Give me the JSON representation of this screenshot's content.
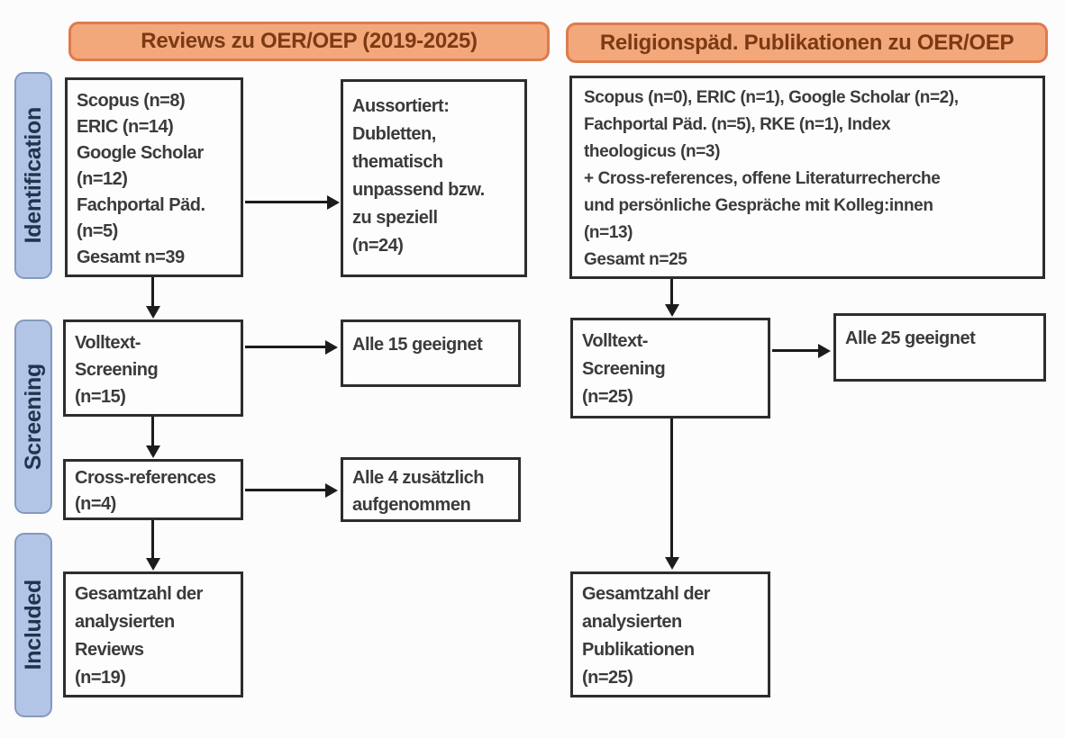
{
  "diagram": {
    "colors": {
      "bg": "#fcfcfc",
      "header_fill": "#f3a87c",
      "header_border": "#dd7c4e",
      "header_text": "#7b3a13",
      "stage_fill": "#b2c5e6",
      "stage_border": "#8499bd",
      "stage_text": "#20344f",
      "box_border": "#2d2d2d",
      "box_text": "#3b3b3b",
      "arrow": "#1c1c1c"
    },
    "headers": {
      "left": "Reviews zu OER/OEP (2019-2025)",
      "right": "Religionspäd. Publikationen zu OER/OEP"
    },
    "stage_labels": [
      "Identification",
      "Screening",
      "Included"
    ],
    "boxes": {
      "left_identification": {
        "lines": [
          "Scopus (n=8)",
          "ERIC (n=14)",
          "Google Scholar",
          "(n=12)",
          "Fachportal Päd.",
          "(n=5)",
          "Gesamt n=39"
        ]
      },
      "left_excluded": {
        "lines": [
          "Aussortiert:",
          "Dubletten,",
          "thematisch",
          "unpassend bzw.",
          "zu speziell",
          "(n=24)"
        ]
      },
      "left_fulltext": {
        "lines": [
          "Volltext-",
          "Screening",
          "(n=15)"
        ]
      },
      "left_eligible": {
        "lines": [
          "Alle 15 geeignet"
        ]
      },
      "left_crossrefs": {
        "lines": [
          "Cross-references",
          "(n=4)"
        ]
      },
      "left_additions": {
        "lines": [
          "Alle 4 zusätzlich",
          "aufgenommen"
        ]
      },
      "left_included": {
        "lines": [
          "Gesamtzahl der",
          "analysierten",
          "Reviews",
          "(n=19)"
        ]
      },
      "right_identification": {
        "lines": [
          "Scopus (n=0), ERIC (n=1), Google Scholar (n=2),",
          "Fachportal Päd. (n=5), RKE (n=1), Index",
          "theologicus (n=3)",
          "+ Cross-references, offene Literaturrecherche",
          "und persönliche Gespräche mit Kolleg:innen",
          "(n=13)",
          "Gesamt n=25"
        ]
      },
      "right_fulltext": {
        "lines": [
          "Volltext-",
          "Screening",
          "(n=25)"
        ]
      },
      "right_eligible": {
        "lines": [
          "Alle 25 geeignet"
        ]
      },
      "right_included": {
        "lines": [
          "Gesamtzahl der",
          "analysierten",
          "Publikationen",
          "(n=25)"
        ]
      }
    }
  }
}
